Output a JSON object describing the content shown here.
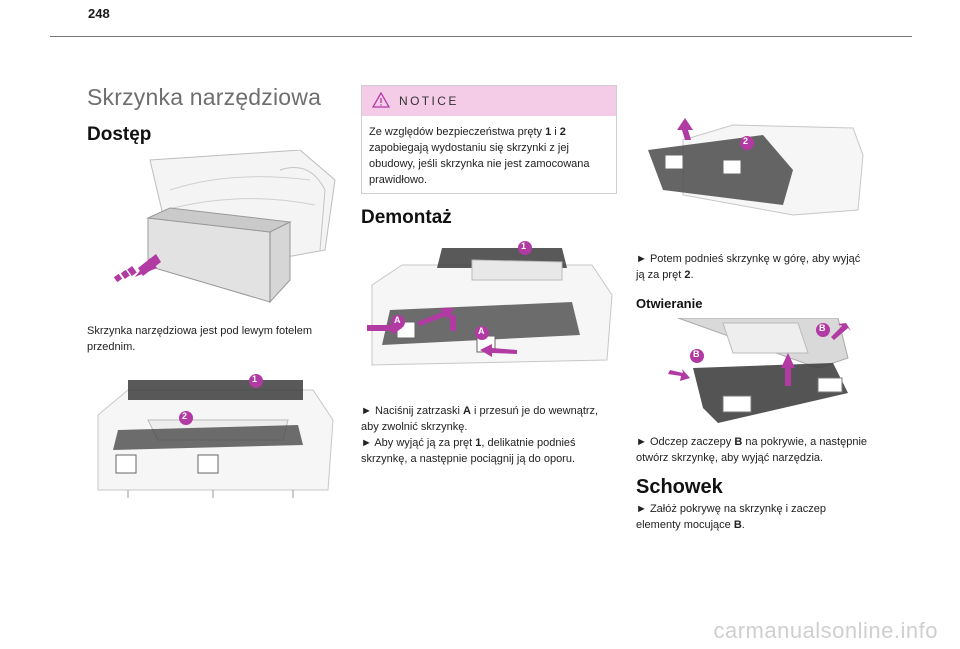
{
  "page": {
    "number": "248",
    "watermark": "carmanualsonline.info"
  },
  "left": {
    "title": "Skrzynka narzędziowa",
    "access_heading": "Dostęp",
    "access_text_1": "Skrzynka narzędziowa jest pod lewym fotelem",
    "access_text_2": "przednim."
  },
  "notice": {
    "title": "NOTICE",
    "lines": [
      [
        "Ze względów bezpieczeństwa pręty ",
        "1",
        " i ",
        "2"
      ],
      [
        "zapobiegają wydostaniu się skrzynki z jej"
      ],
      [
        "obudowy, jeśli skrzynka nie jest zamocowana"
      ],
      [
        "prawidłowo."
      ]
    ]
  },
  "removal": {
    "heading": "Demontaż",
    "step1": [
      "►  Naciśnij zatrzaski ",
      "A",
      " i przesuń je do wewnątrz,"
    ],
    "step1b": "aby zwolnić skrzynkę.",
    "step2": [
      "►  Aby wyjąć ją za pręt ",
      "1",
      ", delikatnie podnieś"
    ],
    "step2b": "skrzynkę, a następnie pociągnij ją do oporu."
  },
  "right": {
    "step3": "►  Potem podnieś skrzynkę w górę, aby wyjąć",
    "step3b": [
      "ją za pręt ",
      "2",
      "."
    ],
    "open_heading": "Otwieranie",
    "open_text_1": [
      "►  Odczep zaczepy ",
      "B",
      " na pokrywie, a następnie"
    ],
    "open_text_2": "otwórz skrzynkę, aby wyjąć narzędzia.",
    "storage_heading": "Schowek",
    "storage_text_1": "►  Załóż pokrywę na skrzynkę i zaczep",
    "storage_text_2": [
      "elementy mocujące ",
      "B",
      "."
    ]
  },
  "markers": {
    "one": "1",
    "two": "2",
    "a": "A",
    "b": "B"
  },
  "colors": {
    "accent": "#b23aa3",
    "notice_bg": "#f5cce8",
    "heading_gray": "#6e6e6e"
  }
}
